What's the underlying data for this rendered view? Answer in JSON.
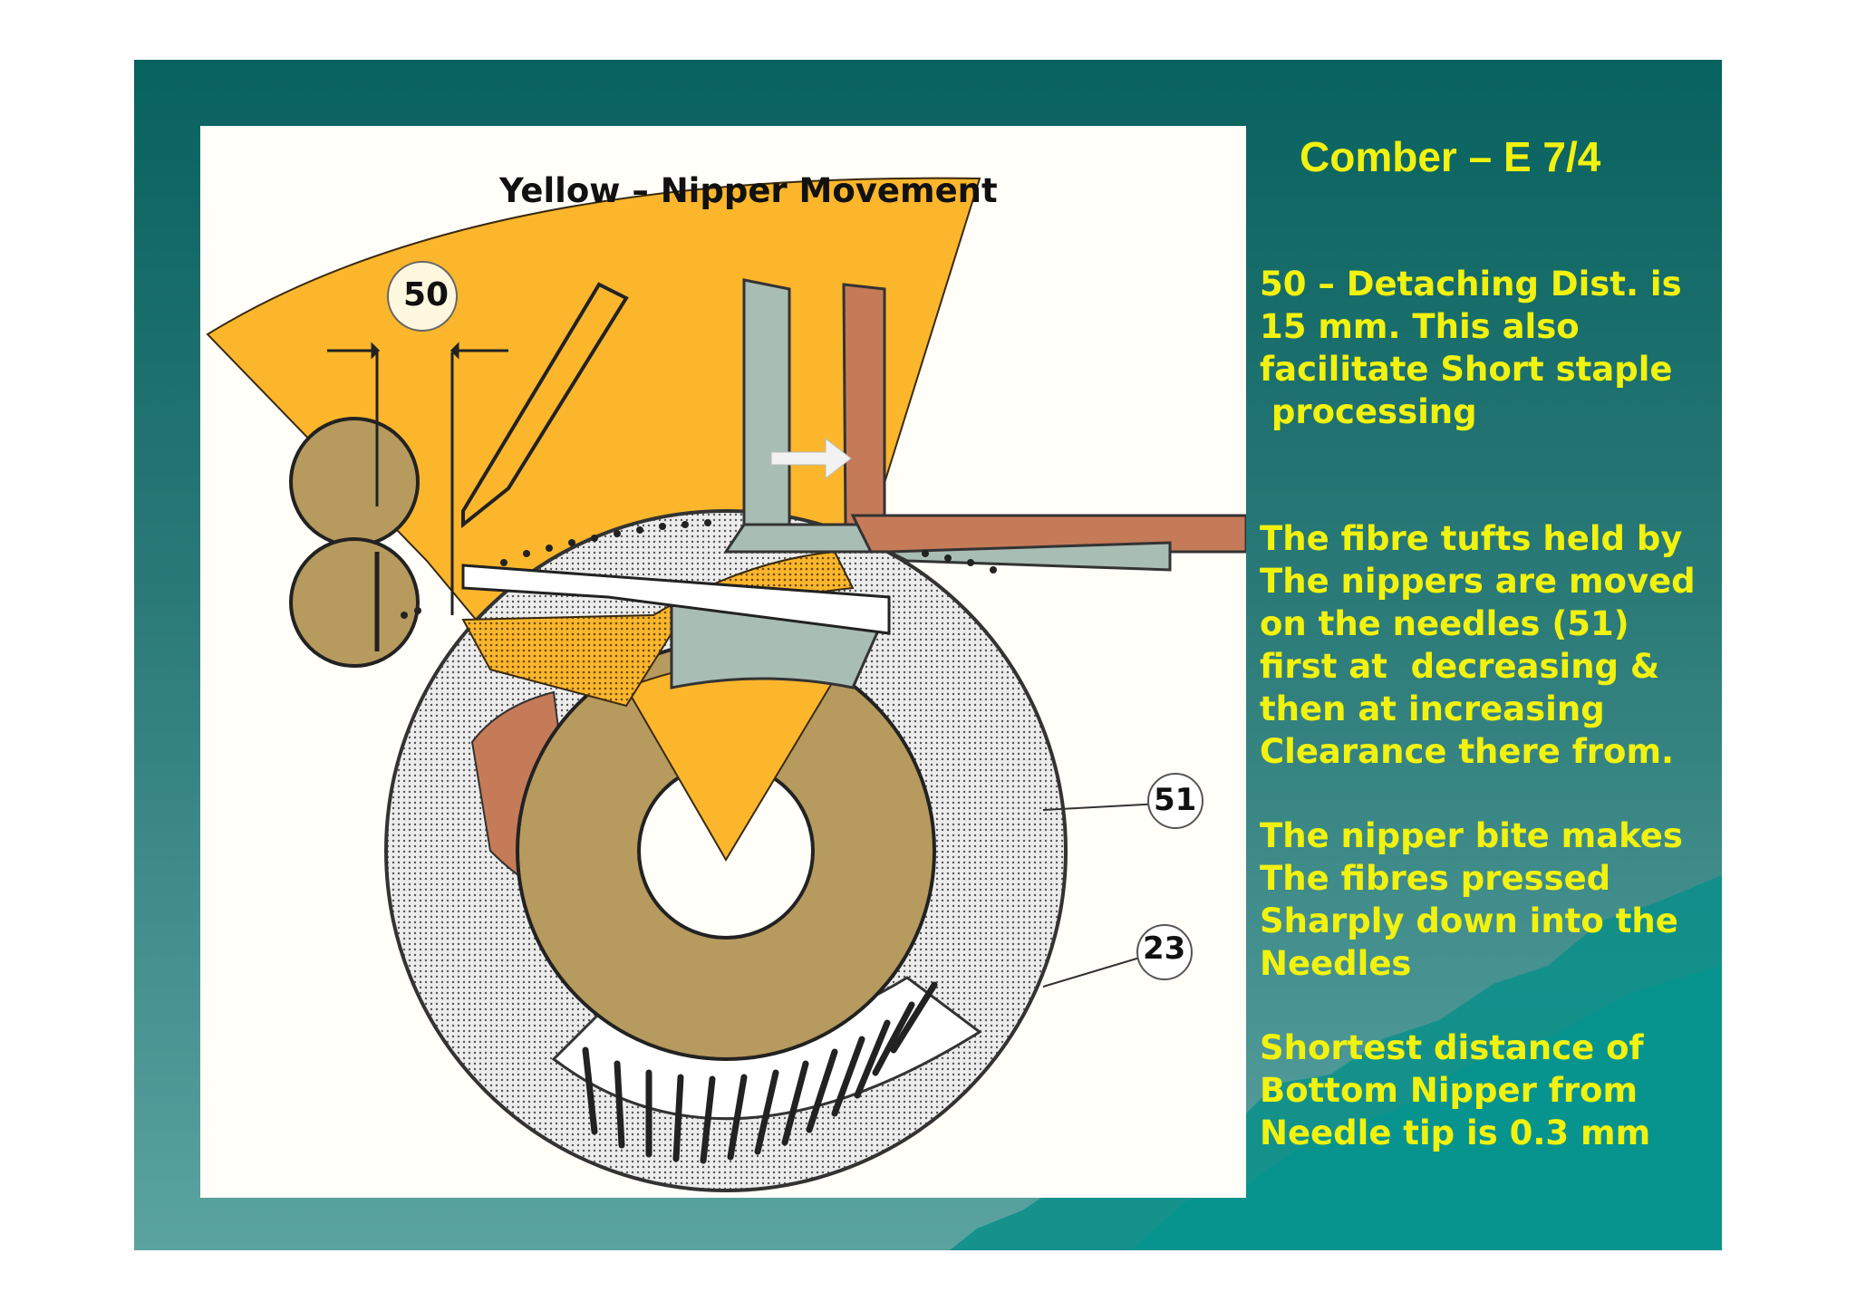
{
  "slide": {
    "title": "Comber – E 7/4"
  },
  "diagram": {
    "title": "Yellow – Nipper Movement",
    "callouts": {
      "c50": "50",
      "c51": "51",
      "c23": "23"
    },
    "colors": {
      "nipper_yellow": "#fbb62c",
      "roller_brown": "#b69a5e",
      "top_nipper_grey": "#a8bdb4",
      "feed_plate_rust": "#c57b58",
      "needle_grey": "#d8d8d8"
    }
  },
  "notes": {
    "n1": "50 – Detaching Dist. is\n15 mm. This also\nfacilitate Short staple\n processing",
    "n2": "The fibre tufts held by\nThe nippers are moved\non the needles (51)\nfirst at  decreasing &\nthen at increasing\nClearance there from.",
    "n3": "The nipper bite makes\nThe fibres pressed\nSharply down into the\nNeedles",
    "n4": "Shortest distance of\nBottom Nipper from\nNeedle tip is 0.3 mm"
  },
  "theme": {
    "background_top": "#08625f",
    "background_bottom": "#5aa3a1",
    "text_yellow": "#f2f20f"
  }
}
